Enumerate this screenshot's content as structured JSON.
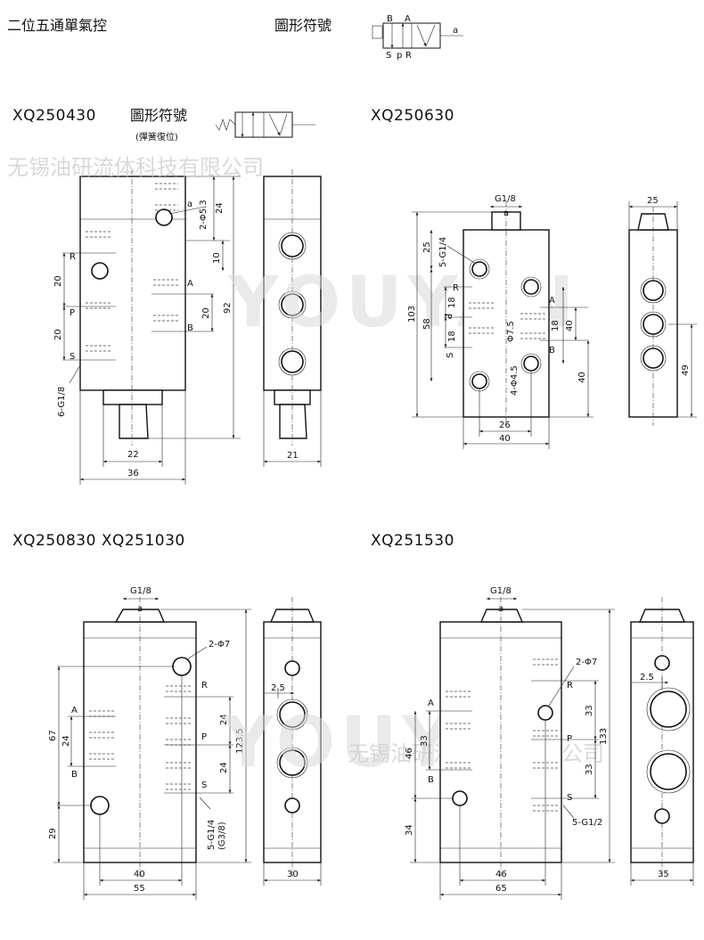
{
  "header": {
    "title": "二位五通單氣控",
    "symbol_label": "圖形符號",
    "symbol_ports": {
      "top1": "B",
      "top2": "A",
      "b1": "S",
      "b2": "p",
      "b3": "R",
      "pilot": "a"
    }
  },
  "watermark": {
    "logo": "YOUYAN",
    "registered": "®",
    "company": "无锡油研流体科技有限公司"
  },
  "models": {
    "m1": {
      "name": "XQ250430",
      "symbol_label": "圖形符號",
      "symbol_note": "(彈簧復位)",
      "ports": [
        "R",
        "P",
        "S",
        "A",
        "B",
        "a"
      ],
      "dims": [
        "24",
        "2-Φ5.3",
        "10",
        "20",
        "92",
        "20",
        "20",
        "6-G1/8",
        "22",
        "36",
        "21"
      ]
    },
    "m2": {
      "name": "XQ250630",
      "ports": [
        "R",
        "P",
        "S",
        "A",
        "B",
        "a"
      ],
      "dims": [
        "G1/8",
        "25",
        "5-G1/4",
        "103",
        "58",
        "18",
        "18",
        "Φ7.5",
        "4-Φ4.5",
        "40",
        "18",
        "40",
        "26",
        "40",
        "25",
        "49"
      ]
    },
    "m3": {
      "name": "XQ250830  XQ251030",
      "ports": [
        "A",
        "B",
        "R",
        "P",
        "S",
        "a"
      ],
      "dims": [
        "G1/8",
        "2-Φ7",
        "67",
        "24",
        "29",
        "24",
        "24",
        "123.5",
        "5-G1/4",
        "(G3/8)",
        "40",
        "55",
        "2.5",
        "30"
      ]
    },
    "m4": {
      "name": "XQ251530",
      "ports": [
        "A",
        "B",
        "R",
        "P",
        "S",
        "a"
      ],
      "dims": [
        "G1/8",
        "2-Φ7",
        "46",
        "33",
        "34",
        "33",
        "33",
        "133",
        "5-G1/2",
        "46",
        "65",
        "2.5",
        "35"
      ]
    }
  }
}
